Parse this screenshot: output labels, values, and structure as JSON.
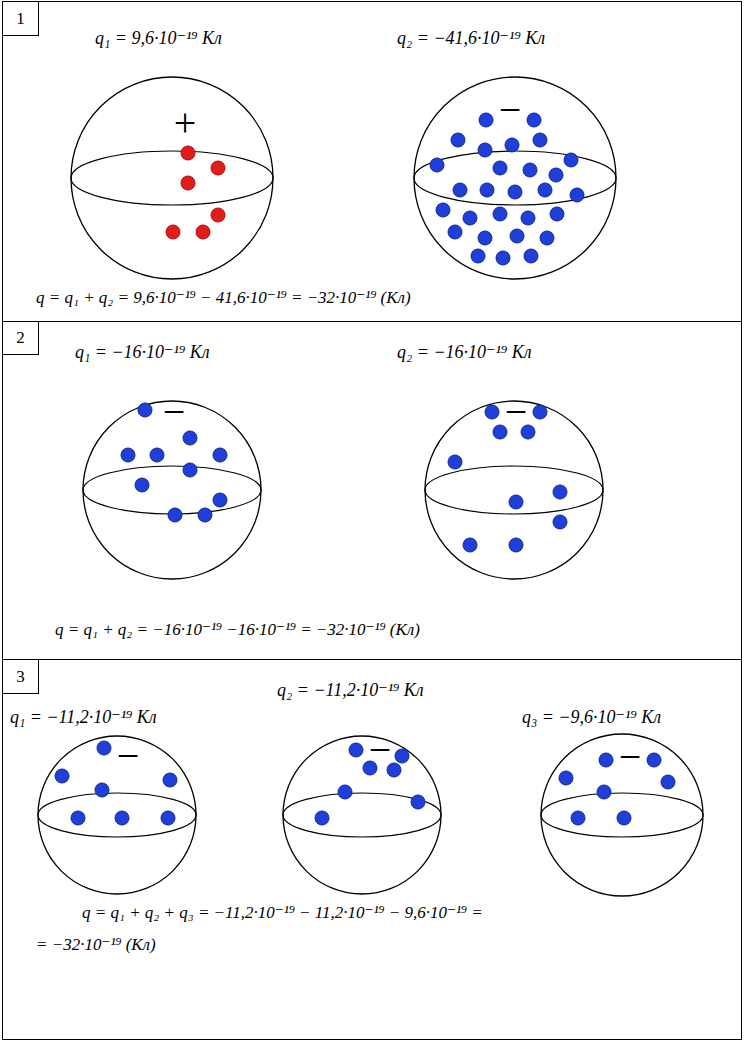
{
  "diagram": {
    "nodes": [
      {
        "text": [
          "q = q₁ + q₂ = 9,6·10⁻¹⁹ − 41,6·10⁻¹⁹ = −32·10⁻¹⁹ (Кл)"
        ]
      },
      {
        "text": [
          "1"
        ],
        "in": 0
      },
      {
        "text": [
          "q₁ = 9,6·10⁻¹⁹ Кл",
          "+"
        ],
        "in": 0
      },
      {
        "text": [
          "q₂ = −41,6·10⁻¹⁹ Кл",
          "−"
        ],
        "in": 0
      },
      {
        "text": [
          "q = q₁ + q₂ = −16·10⁻¹⁹ −16·10⁻¹⁹ = −32·10⁻¹⁹ (Кл)"
        ]
      },
      {
        "text": [
          "2"
        ],
        "in": 4
      },
      {
        "text": [
          "q₁ = −16·10⁻¹⁹ Кл",
          "−"
        ],
        "in": 4
      },
      {
        "text": [
          "q₂ = −16·10⁻¹⁹ Кл",
          "−"
        ],
        "in": 4
      },
      {
        "text": [
          "q = q₁ + q₂ + q₃ = −11,2·10⁻¹⁹ − 11,2·10⁻¹⁹ − 9,6·10⁻¹⁹ = = −32·10⁻¹⁹ (Кл)"
        ]
      },
      {
        "text": [
          "3"
        ],
        "in": 8
      },
      {
        "text": [
          "q₁ = −11,2·10⁻¹⁹ Кл",
          "−"
        ],
        "in": 8
      },
      {
        "text": [
          "q₂ = −11,2·10⁻¹⁹ Кл",
          "−"
        ],
        "in": 8
      },
      {
        "text": [
          "q₃ = −9,6·10⁻¹⁹ Кл",
          "−"
        ],
        "in": 8
      }
    ]
  }
}
